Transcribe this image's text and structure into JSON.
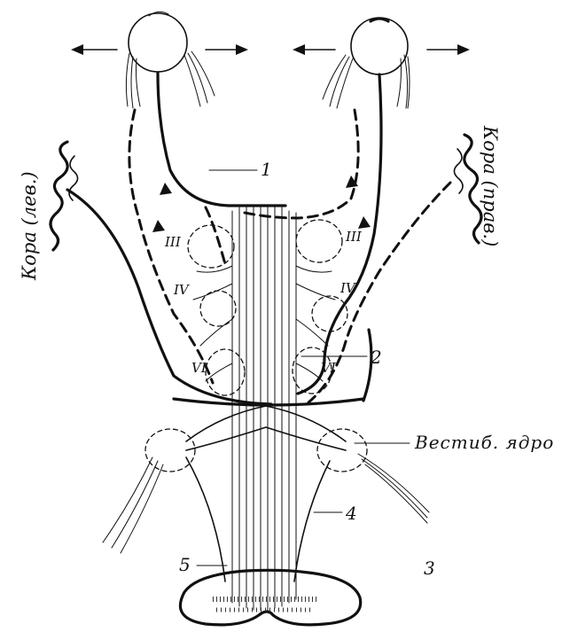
{
  "labels": {
    "cortex_left": "Кора (лев.)",
    "cortex_right": "Кора (прав.)",
    "vestibular_nucleus": "Вестиб. ядро",
    "num_1": "1",
    "num_2": "2",
    "num_3": "3",
    "num_4": "4",
    "num_5": "5",
    "nucleus_III_left": "III",
    "nucleus_IV_left": "IV",
    "nucleus_VI_left": "VI",
    "nucleus_III_right": "III",
    "nucleus_IV_right": "IV",
    "nucleus_VI_right": "VI"
  },
  "colors": {
    "ink": "#111111",
    "background": "#ffffff",
    "stipple": "#333333"
  }
}
